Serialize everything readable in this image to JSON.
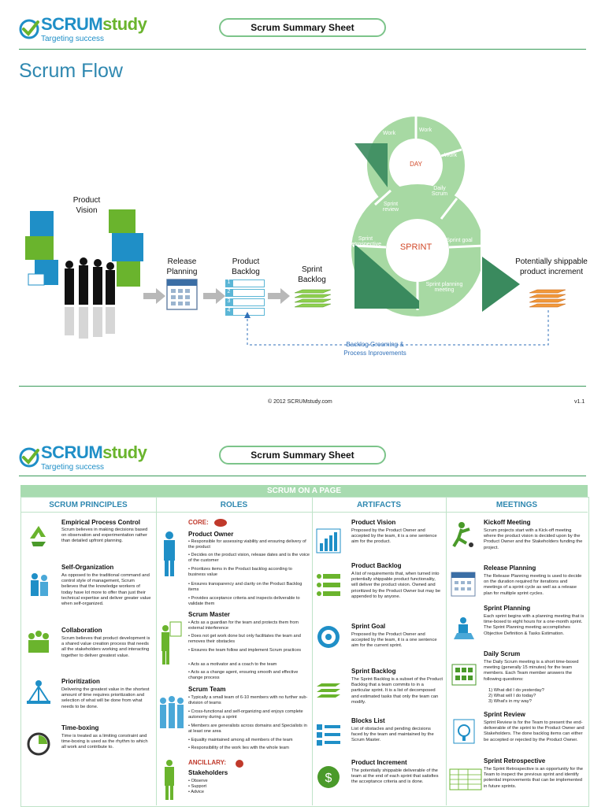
{
  "header1": {
    "logo_brand_a": "SCRUM",
    "logo_brand_b": "study",
    "logo_tag": "Targeting success",
    "summary_title": "Scrum Summary Sheet"
  },
  "flow": {
    "title": "Scrum Flow",
    "product_vision": "Product\nVision",
    "release_planning": "Release\nPlanning",
    "product_backlog": "Product\nBacklog",
    "sprint_backlog": "Sprint\nBacklog",
    "potentially_shippable": "Potentially shippable\nproduct increment",
    "backlog_grooming": "Backlog Grooming &\nProcess Inprovements",
    "day": "DAY",
    "sprint": "SPRINT",
    "day_segments": [
      "Work",
      "Work",
      "Work",
      "Daily Scrum"
    ],
    "sprint_segments": [
      "Sprint review",
      "Sprint retrospective",
      "Sprint planning meeting",
      "Sprint goal"
    ],
    "backlog_numbers": [
      "1",
      "2",
      "3",
      "4"
    ]
  },
  "footer1": {
    "copyright": "© 2012 SCRUMstudy.com",
    "version": "v1.1"
  },
  "header2": {
    "logo_brand_a": "SCRUM",
    "logo_brand_b": "study",
    "logo_tag": "Targeting success",
    "summary_title": "Scrum Summary Sheet"
  },
  "page2": {
    "banner": "SCRUM ON A PAGE",
    "columns": [
      "SCRUM PRINCIPLES",
      "ROLES",
      "ARTIFACTS",
      "MEETINGS"
    ],
    "principles": [
      {
        "title": "Empirical Process Control",
        "text": "Scrum believes in making decisions based on observation and experimentation rather than detailed upfront planning."
      },
      {
        "title": "Self-Organization",
        "text": "As opposed to the traditional command and control style of management, Scrum believes that the knowledge workers of today have lot more to offer than just their technical expertise and deliver greater value when self-organized."
      },
      {
        "title": "Collaboration",
        "text": "Scrum believes that product development is a shared value creation process that needs all the stakeholders working and interacting together to deliver greatest value."
      },
      {
        "title": "Prioritization",
        "text": "Delivering the greatest value in the shortest amount of time requires prioritization and selection of what will be done from what needs to be done."
      },
      {
        "title": "Time-boxing",
        "text": "Time is treated as a limiting constraint and time-boxing is used as the rhythm to which all work and contribute to."
      }
    ],
    "roles": {
      "core_label": "CORE:",
      "product_owner": {
        "title": "Product Owner",
        "points": [
          "• Responsible for assessing viability and ensuring delivery of the product",
          "• Decides on the product vision, release dates and is the voice of the customer",
          "• Prioritizes items in the Product backlog according to business value",
          "• Ensures transparency and clarity on the Product Backlog items",
          "• Provides acceptance criteria and inspects deliverable to validate them"
        ]
      },
      "scrum_master": {
        "title": "Scrum Master",
        "points": [
          "• Acts as a guardian for the team and protects them from external interference",
          "• Does not get work done but only facilitates the team and removes their obstacles",
          "• Ensures the team follow and implement Scrum practices",
          "• Acts as a motivator and a coach to the team",
          "• Acts as a change agent, ensuring smooth and effective change process"
        ]
      },
      "scrum_team": {
        "title": "Scrum Team",
        "points": [
          "• Typically a small team of 6-10 members with no further sub-division of teams",
          "• Cross-functional and self-organizing and enjoys complete autonomy during a sprint",
          "• Members are generalists across domains and Specialists in at least one area",
          "• Equality maintained among all members of the team",
          "• Responsibility of the work lies with the whole team"
        ]
      },
      "ancillary_label": "ANCILLARY:",
      "stakeholders": {
        "title": "Stakeholders",
        "points": [
          "• Observe",
          "• Support",
          "• Advice"
        ]
      }
    },
    "artifacts": [
      {
        "title": "Product Vision",
        "text": "Proposed by the Product Owner and accepted by the team, it is a one sentence aim for the product."
      },
      {
        "title": "Product Backlog",
        "text": "A list of requirements that, when turned into potentially shippable product functionality, will deliver the product vision. Owned and prioritized by the Product Owner but may be appended to by anyone."
      },
      {
        "title": "Sprint Goal",
        "text": "Proposed by the Product Owner and accepted by the team, it is a one sentence aim for the current sprint."
      },
      {
        "title": "Sprint Backlog",
        "text": "The Sprint Backlog is a subset of the Product Backlog that a team commits to in a particular sprint. It is a list of decomposed and estimated tasks that only the team can modify."
      },
      {
        "title": "Blocks List",
        "text": "List of obstacles and pending decisions faced by the team and maintained by the Scrum Master."
      },
      {
        "title": "Product Increment",
        "text": "The potentially shippable deliverable of the team at the end of each sprint that satisfies the acceptance criteria and is done."
      }
    ],
    "meetings": [
      {
        "title": "Kickoff Meeting",
        "text": "Scrum projects start with a Kick-off meeting where the product vision is decided upon by the Product Owner and the Stakeholders funding the project."
      },
      {
        "title": "Release Planning",
        "text": "The Release Planning meeting is used to decide on the duration required for iterations and meetings of a sprint cycle as well as a release plan for multiple sprint cycles."
      },
      {
        "title": "Sprint Planning",
        "text": "Each sprint begins with a planning meeting that is time-boxed to eight hours for a one-month sprint. The Sprint Planning meeting accomplishes Objective Definition & Tasks Estimation."
      },
      {
        "title": "Daily Scrum",
        "text": "The Daily Scrum meeting is a short time-boxed meeting (generally 15 minutes) for the team members. Each Team member answers the following questions:",
        "questions": [
          "1) What did I do yesterday?",
          "2) What will I do today?",
          "3) What's in my way?"
        ]
      },
      {
        "title": "Sprint Review",
        "text": "Sprint Review is for the Team to present the end-deliverable of the sprint to the Product Owner and Stakeholders. The done backlog items can either be accepted or rejected by the Product Owner."
      },
      {
        "title": "Sprint Retrospective",
        "text": "The Sprint Retrospective is an opportunity for the Team to inspect the previous sprint and identify potential improvements that can be implemented in future sprints."
      }
    ]
  },
  "colors": {
    "brand_blue": "#1f8fc7",
    "brand_green": "#6ab42d",
    "rule_green": "#3a9b5a",
    "circle_light": "#a7d9a3",
    "circle_dark": "#3a8a5e",
    "heading_blue": "#2f88b0",
    "core_red": "#c0392b"
  }
}
